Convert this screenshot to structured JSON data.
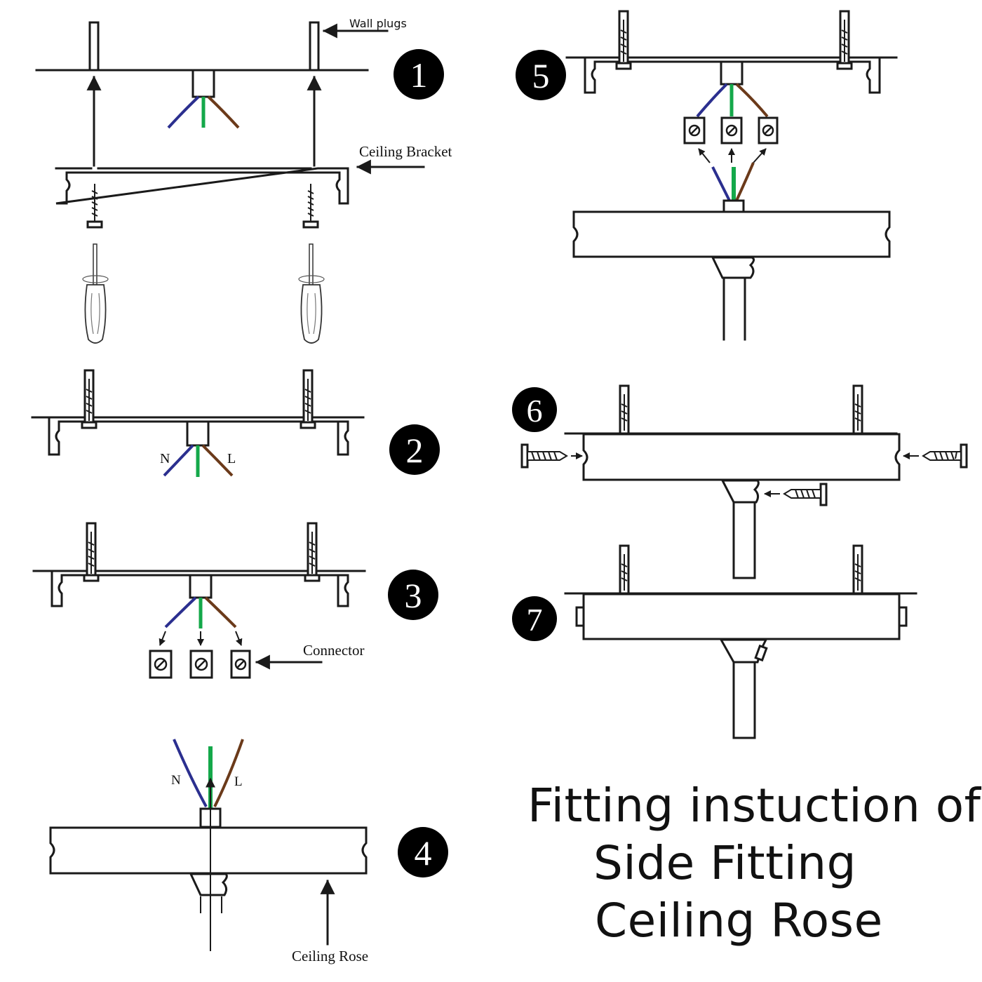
{
  "labels": {
    "wall_plugs": "Wall plugs",
    "ceiling_bracket": "Ceiling Bracket",
    "connector": "Connector",
    "ceiling_rose": "Ceiling Rose",
    "neutral": "N",
    "live": "L"
  },
  "steps": [
    "1",
    "2",
    "3",
    "4",
    "5",
    "6",
    "7"
  ],
  "title_lines": [
    "Fitting instuction of",
    "Side Fitting",
    "Ceiling Rose"
  ],
  "colors": {
    "neutral_wire": "#2b2f8f",
    "earth_wire": "#14a84a",
    "live_wire": "#6b3a1a",
    "line": "#1a1a1a",
    "badge": "#000000"
  }
}
